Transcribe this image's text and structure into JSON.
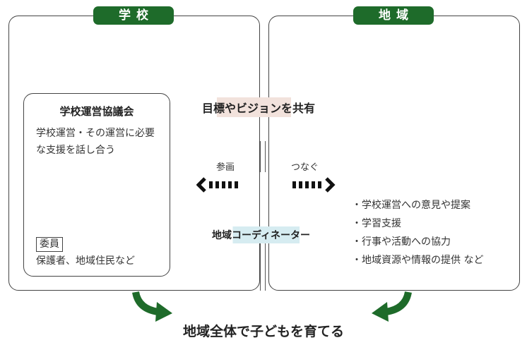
{
  "school": {
    "header": "学校",
    "council": {
      "title": "学校運営協議会",
      "description": "学校運営・その運営に必要な支援を話し合う",
      "members_label": "委員",
      "members": "保護者、地域住民など"
    }
  },
  "region": {
    "header": "地域",
    "activities": [
      "学校運営への意見や提案",
      "学習支援",
      "行事や活動への協力",
      "地域資源や情報の提供 など"
    ]
  },
  "center": {
    "shared_vision": "目標やビジョンを共有",
    "participate": "参画",
    "connect": "つなぐ",
    "coordinator": "地域コーディネーター"
  },
  "slogan": "地域全体で子どもを育てる",
  "colors": {
    "green": "#1e6b2a",
    "pink": "#f2e2dc",
    "blue": "#d6ecf1"
  }
}
